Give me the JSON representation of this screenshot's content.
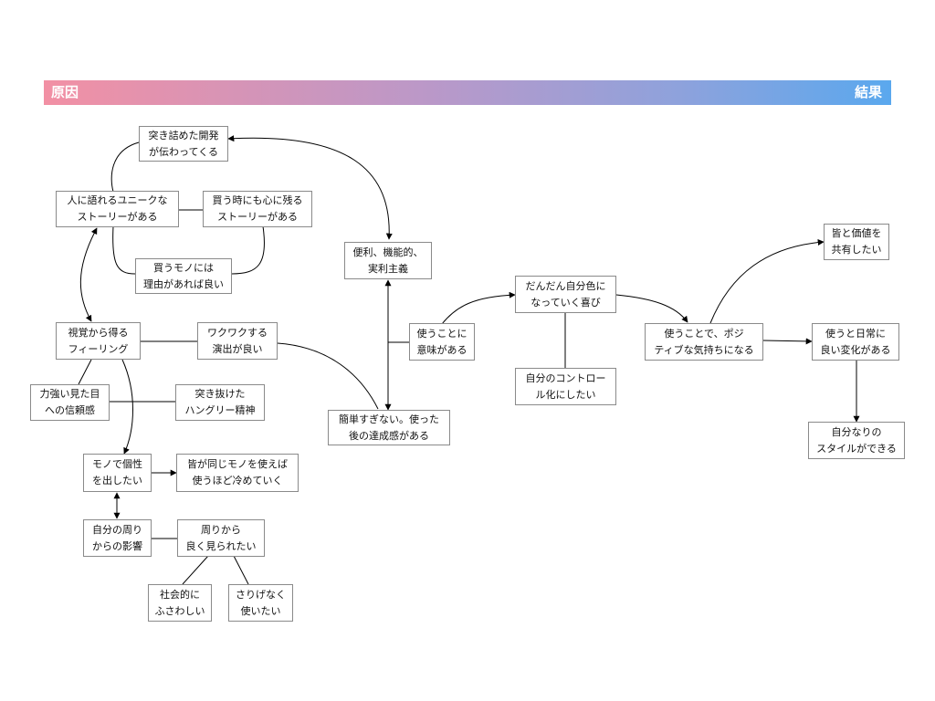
{
  "header": {
    "left_label": "原因",
    "right_label": "結果"
  },
  "nodes": {
    "tsukitsumeta": {
      "l1": "突き詰めた開発",
      "l2": "が伝わってくる"
    },
    "unique_story": {
      "l1": "人に語れるユニークな",
      "l2": "ストーリーがある"
    },
    "kau_story": {
      "l1": "買う時にも心に残る",
      "l2": "ストーリーがある"
    },
    "kau_riyuu": {
      "l1": "買うモノには",
      "l2": "理由があれば良い"
    },
    "benri": {
      "l1": "便利、機能的、",
      "l2": "実利主義"
    },
    "shikaku": {
      "l1": "視覚から得る",
      "l2": "フィーリング"
    },
    "wakuwaku": {
      "l1": "ワクワクする",
      "l2": "演出が良い"
    },
    "tsukaukoto": {
      "l1": "使うことに",
      "l2": "意味がある"
    },
    "chikaraduyoi": {
      "l1": "力強い見た目",
      "l2": "への信頼感"
    },
    "tsukinuketa": {
      "l1": "突き抜けた",
      "l2": "ハングリー精神"
    },
    "kantan": {
      "l1": "簡単すぎない。使った",
      "l2": "後の達成感がある"
    },
    "dandan": {
      "l1": "だんだん自分色に",
      "l2": "なっていく喜び"
    },
    "control": {
      "l1": "自分のコントロー",
      "l2": "ル化にしたい"
    },
    "positive": {
      "l1": "使うことで、ポジ",
      "l2": "ティブな気持ちになる"
    },
    "kachi": {
      "l1": "皆と価値を",
      "l2": "共有したい"
    },
    "nichijou": {
      "l1": "使うと日常に",
      "l2": "良い変化がある"
    },
    "style": {
      "l1": "自分なりの",
      "l2": "スタイルができる"
    },
    "kosei": {
      "l1": "モノで個性",
      "l2": "を出したい"
    },
    "minna_onaji": {
      "l1": "皆が同じモノを使えば",
      "l2": "使うほど冷めていく"
    },
    "mawari": {
      "l1": "自分の周り",
      "l2": "からの影響"
    },
    "mawarikara": {
      "l1": "周りから",
      "l2": "良く見られたい"
    },
    "shakaiteki": {
      "l1": "社会的に",
      "l2": "ふさわしい"
    },
    "sarigenaku": {
      "l1": "さりげなく",
      "l2": "使いたい"
    }
  }
}
